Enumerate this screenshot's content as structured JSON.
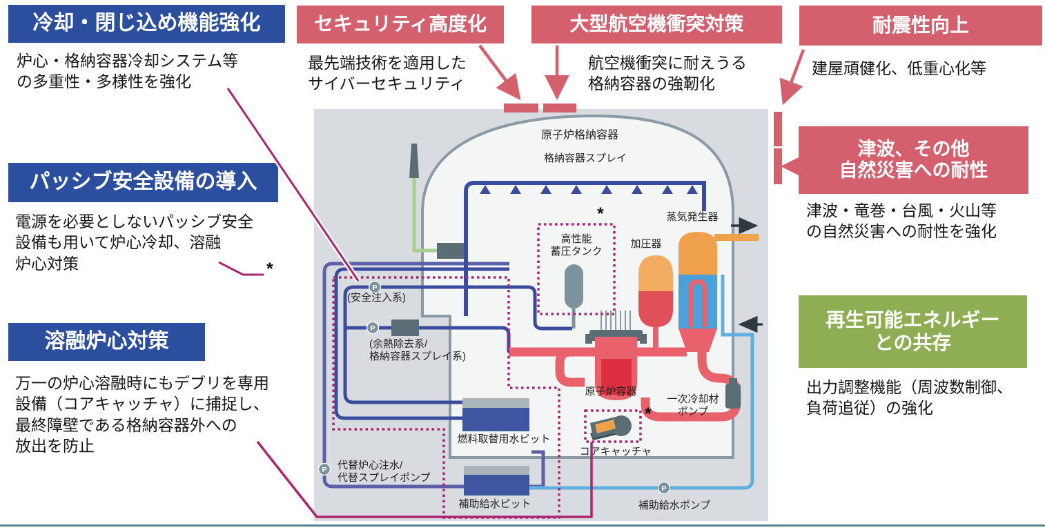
{
  "callouts": {
    "cooling": {
      "title": "冷却・閉じ込め機能強化",
      "body": "炉心・格納容器冷却システム等\nの多重性・多様性を強化"
    },
    "passive": {
      "title": "パッシブ安全設備の導入",
      "body": "電源を必要としないパッシブ安全\n設備も用いて炉心冷却、溶融\n炉心対策"
    },
    "core_melt": {
      "title": "溶融炉心対策",
      "body": "万一の炉心溶融時にもデブリを専用\n設備（コアキャッチャ）に捕捉し、\n最終障壁である格納容器外への\n放出を防止"
    },
    "security": {
      "title": "セキュリティ高度化",
      "body": "最先端技術を適用した\nサイバーセキュリティ"
    },
    "aircraft": {
      "title": "大型航空機衝突対策",
      "body": "航空機衝突に耐えうる\n格納容器の強靭化"
    },
    "seismic": {
      "title": "耐震性向上",
      "body": "建屋頑健化、低重心化等"
    },
    "tsunami": {
      "title": "津波、その他\n自然災害への耐性",
      "body": "津波・竜巻・台風・火山等\nの自然災害への耐性を強化"
    },
    "renewable": {
      "title": "再生可能エネルギー\nとの共存",
      "body": "出力調整機能（周波数制御、\n負荷追従）の強化"
    }
  },
  "diagram": {
    "labels": {
      "containment": "原子炉格納容器",
      "spray": "格納容器スプレイ",
      "acc_tank": "高性能\n蓄圧タンク",
      "pressurizer": "加圧器",
      "steam_generator": "蒸気発生器",
      "reactor_vessel": "原子炉容器",
      "primary_pump": "一次冷却材\nポンプ",
      "core_catcher": "コアキャッチャ",
      "fuel_pit": "燃料取替用水ピット",
      "aux_pit": "補助給水ピット",
      "aux_pump": "補助給水ポンプ",
      "safety_injection": "(安全注入系)",
      "rhr": "(余熱除去系/\n格納容器スプレイ系)",
      "alt_injection": "代替炉心注水/\n代替スプレイポンプ"
    },
    "asterisk": "*",
    "pump_symbol": "P"
  },
  "colors": {
    "header_blue": "#2b4f9e",
    "header_red": "#d5606d",
    "header_green": "#8fae54",
    "magenta": "#ac2470",
    "pipe_blue": "#3b4b9d",
    "pipe_purple": "#5d5fa9",
    "pipe_lightblue": "#5fb0df",
    "pipe_green": "#a9cf8e",
    "loop_red": "#e8616b",
    "orange": "#f0a14b",
    "slate": "#5a6c74",
    "panel_bg": "#d8dce0"
  }
}
